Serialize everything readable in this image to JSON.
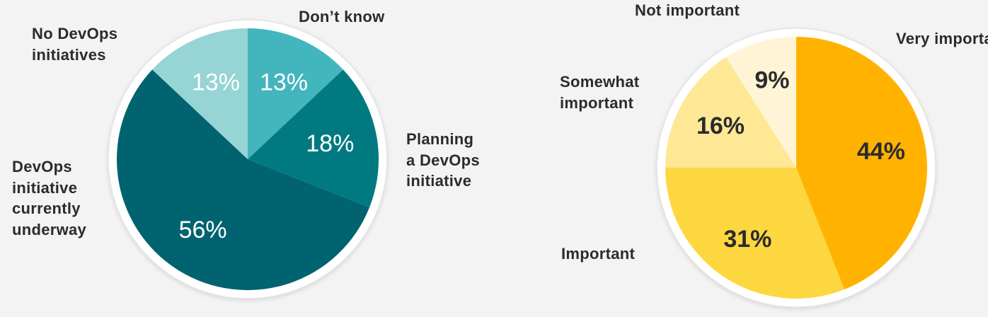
{
  "chart_data": [
    {
      "type": "pie",
      "slices": [
        {
          "label": "Don’t know",
          "value": 13,
          "display": "13%",
          "color": "#43b5bd"
        },
        {
          "label": "Planning a DevOps initiative",
          "value": 18,
          "display": "18%",
          "color": "#007a80"
        },
        {
          "label": "DevOps initiative currently underway",
          "value": 56,
          "display": "56%",
          "color": "#00636f"
        },
        {
          "label": "No DevOps initiatives",
          "value": 13,
          "display": "13%",
          "color": "#96d4d6"
        }
      ]
    },
    {
      "type": "pie",
      "slices": [
        {
          "label": "Very important",
          "value": 44,
          "display": "44%",
          "color": "#ffb300"
        },
        {
          "label": "Important",
          "value": 31,
          "display": "31%",
          "color": "#fdd73f"
        },
        {
          "label": "Somewhat important",
          "value": 16,
          "display": "16%",
          "color": "#fee896"
        },
        {
          "label": "Not important",
          "value": 9,
          "display": "9%",
          "color": "#fff5d6"
        }
      ]
    }
  ],
  "labels": {
    "left": {
      "dont_know": "Don’t know",
      "no_devops": [
        "No DevOps",
        "initiatives"
      ],
      "planning": [
        "Planning",
        "a DevOps",
        "initiative"
      ],
      "underway": [
        "DevOps",
        "initiative",
        "currently",
        "underway"
      ]
    },
    "right": {
      "not_important": "Not important",
      "very_important": "Very important",
      "somewhat": [
        "Somewhat",
        "important"
      ],
      "important": "Important"
    }
  }
}
